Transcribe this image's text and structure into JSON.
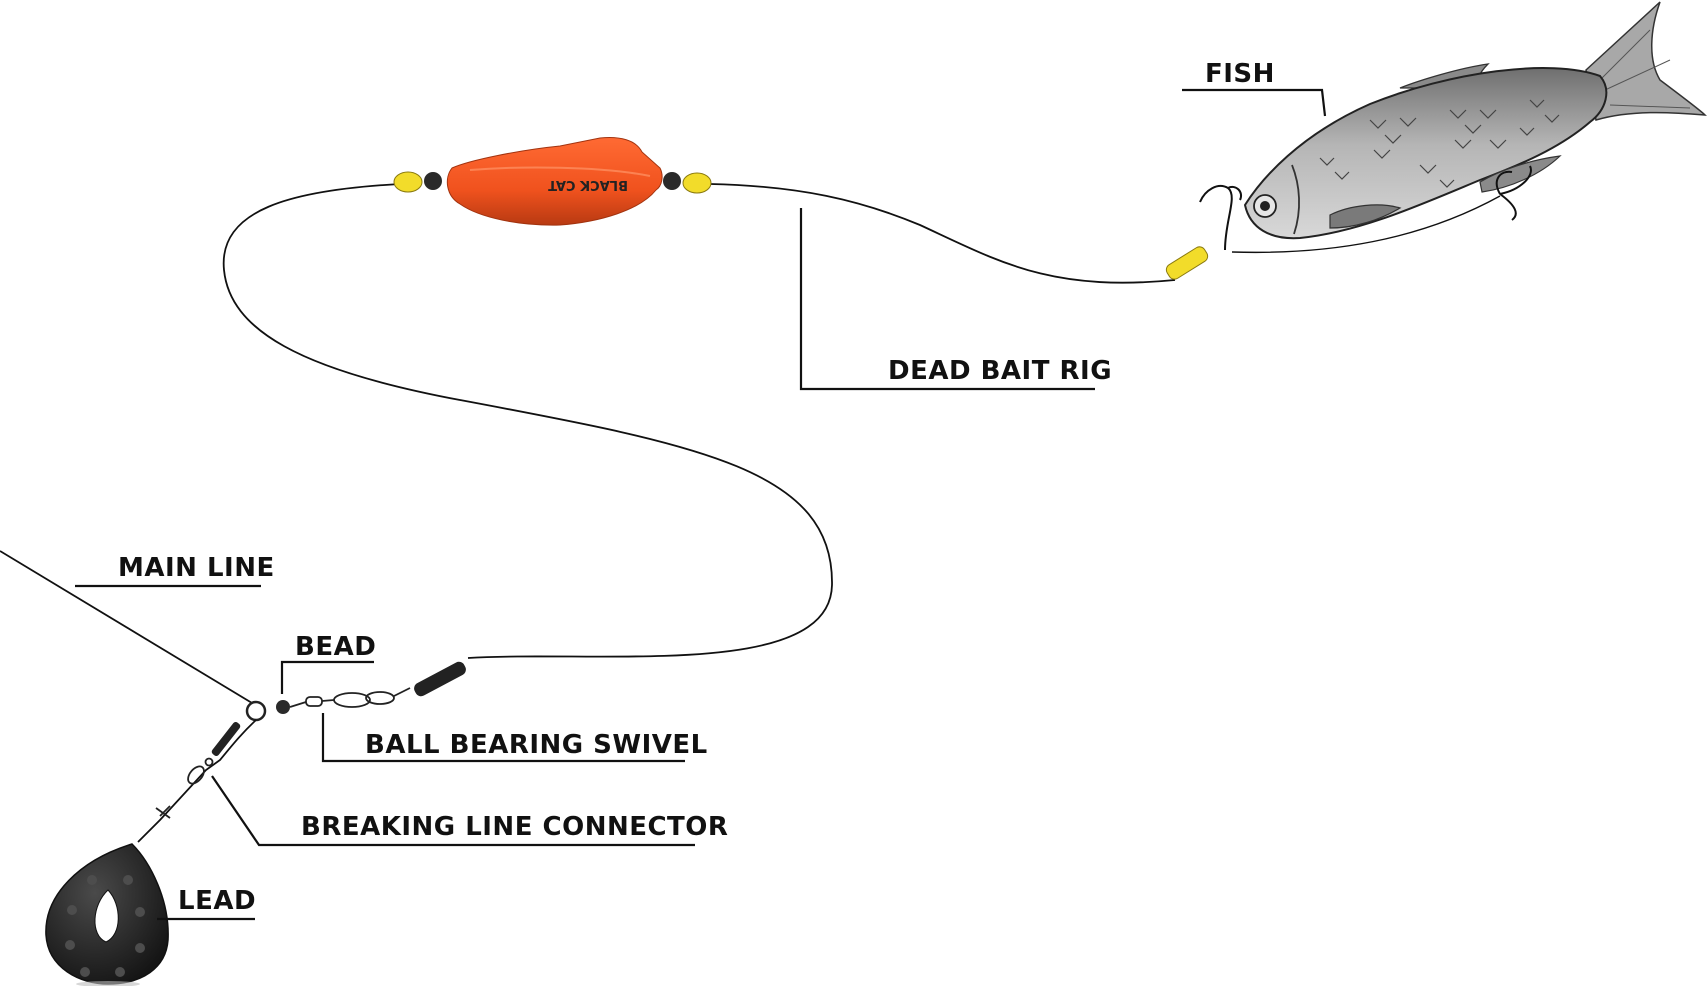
{
  "labels": {
    "fish": "FISH",
    "dead_bait_rig": "DEAD BAIT RIG",
    "main_line": "MAIN LINE",
    "bead": "BEAD",
    "ball_bearing_swivel": "BALL BEARING SWIVEL",
    "breaking_line_connector": "BREAKING LINE CONNECTOR",
    "lead": "LEAD"
  },
  "float_brand": "BLACK CAT",
  "colors": {
    "float": "#f0521e",
    "float_shadow": "#b83a12",
    "bead_yellow": "#f2dc2a",
    "bead_black": "#2a2a2a",
    "lead": "#262626",
    "fish_body": "#9a9a9a",
    "fish_dark": "#555555",
    "line": "#111111"
  }
}
